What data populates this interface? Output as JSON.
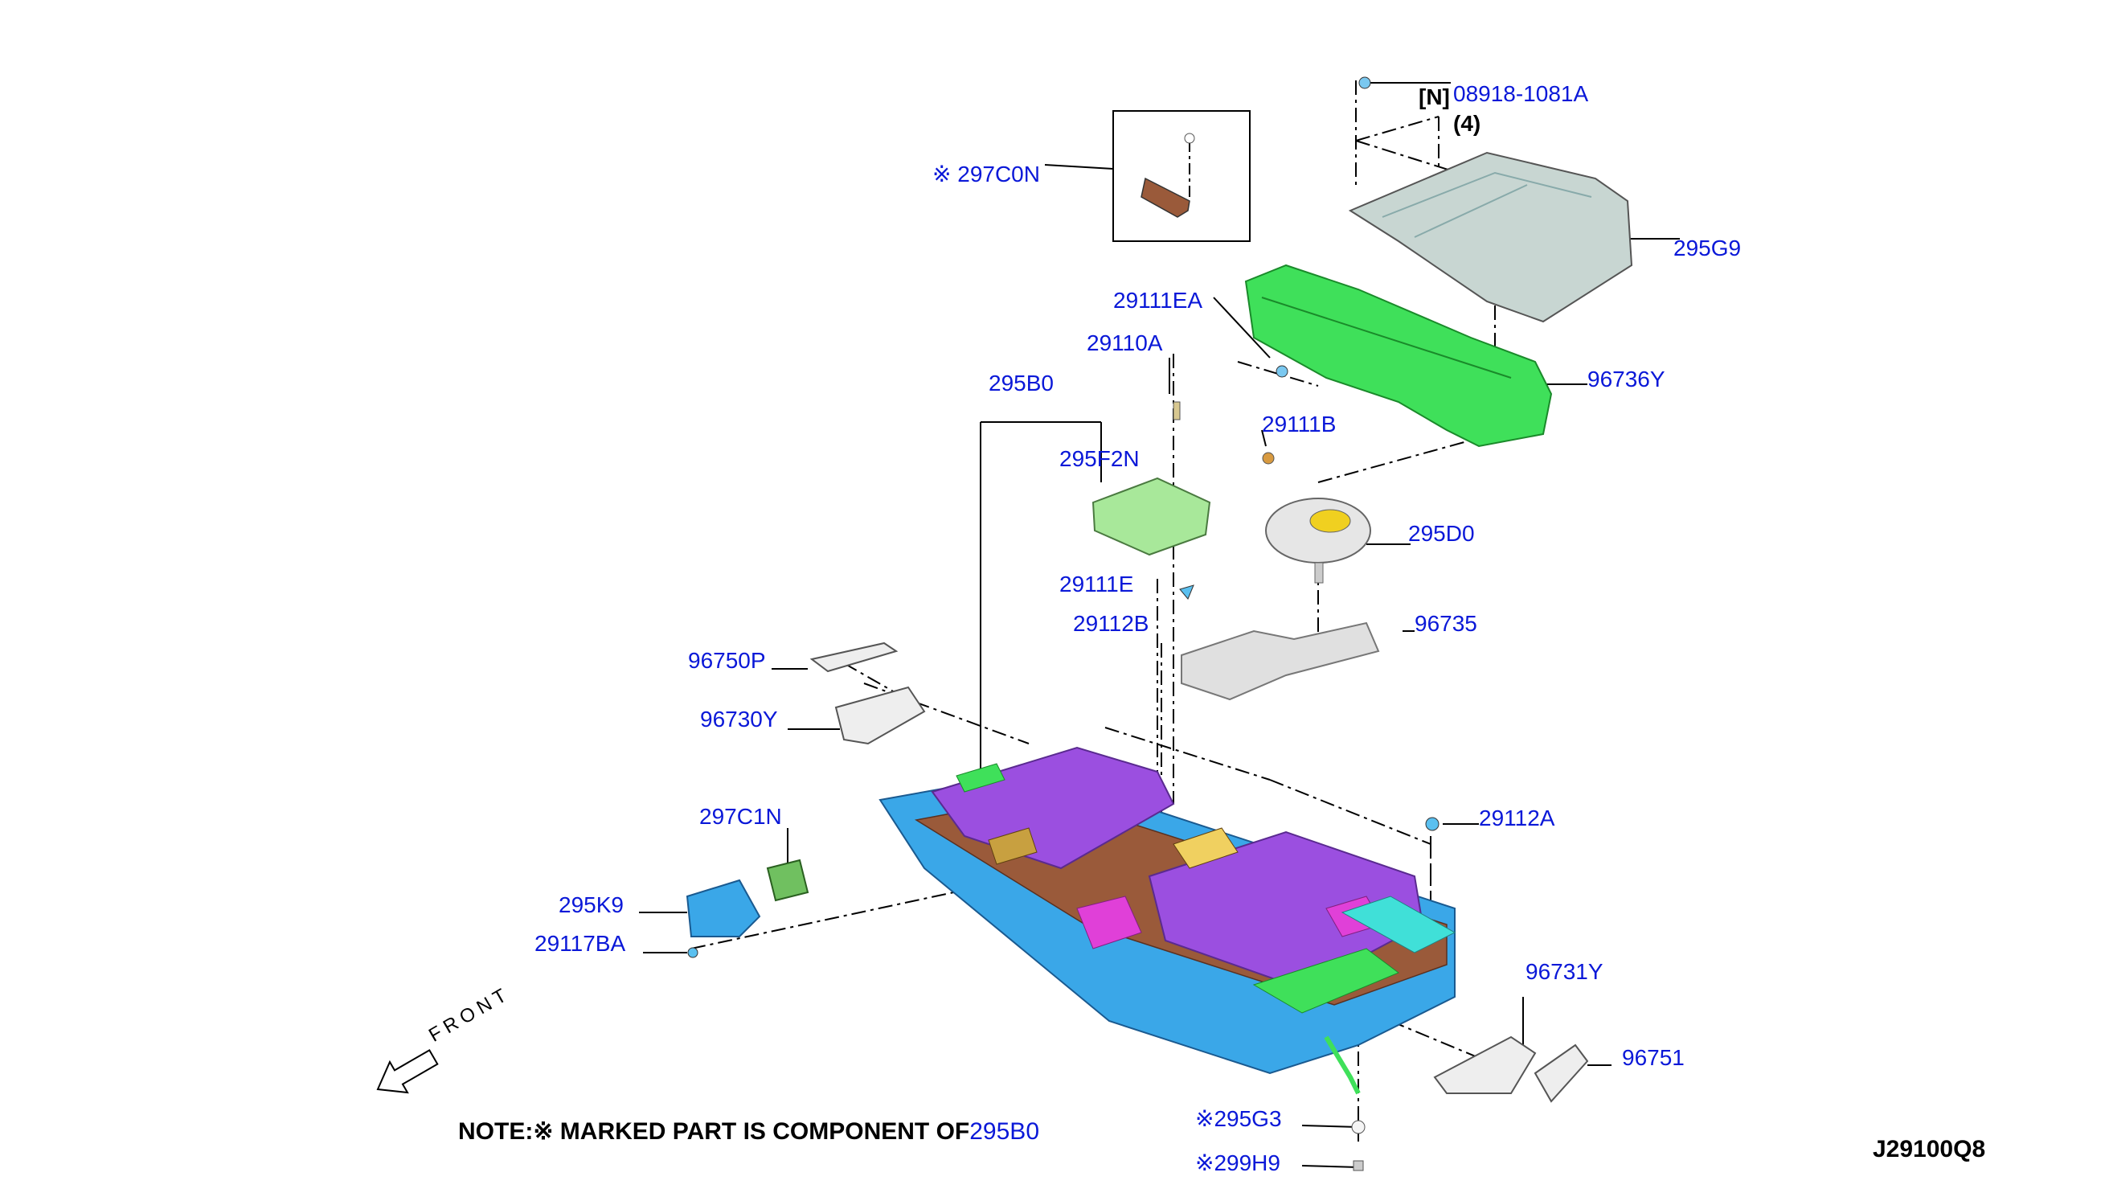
{
  "labels": {
    "p297c0n": "※ 297C0N",
    "p08918": "08918-1081A",
    "p08918_prefix": "[N]",
    "p08918_qty": "(4)",
    "p295g9": "295G9",
    "p29111ea": "29111EA",
    "p29110a": "29110A",
    "p96736y": "96736Y",
    "p295b0": "295B0",
    "p29111b": "29111B",
    "p295f2n": "295F2N",
    "p295d0": "295D0",
    "p29111e": "29111E",
    "p29112b": "29112B",
    "p96735": "96735",
    "p96750p": "96750P",
    "p96730y": "96730Y",
    "p297c1n": "297C1N",
    "p29112a": "29112A",
    "p295k9": "295K9",
    "p29117ba": "29117BA",
    "p96731y": "96731Y",
    "p96751": "96751",
    "p295g3": "※295G3",
    "p299h9": "※299H9"
  },
  "front_label": "FRONT",
  "note": {
    "prefix": "NOTE:※ MARKED PART IS COMPONENT OF",
    "ref": "295B0"
  },
  "diagram_id": "J29100Q8",
  "colors": {
    "label_blue": "#0a18d8",
    "battery_purple": "#9b4fe0",
    "tray_blue": "#3aa7e8",
    "duct_green": "#3fe05a",
    "module_green": "#a8e89a",
    "brown": "#9a5a3a",
    "magenta": "#e040d8",
    "cover_gray": "#c8d6d2",
    "cyan": "#40e0d8"
  }
}
